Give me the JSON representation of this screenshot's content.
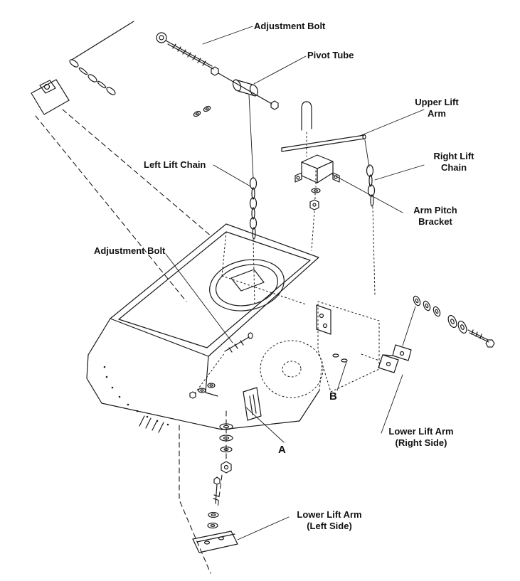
{
  "diagram": {
    "background_color": "#ffffff",
    "ink_color": "#1a1a1a",
    "labels": {
      "adjustment_bolt_top": "Adjustment Bolt",
      "pivot_tube": "Pivot Tube",
      "upper_lift_arm_line1": "Upper Lift",
      "upper_lift_arm_line2": "Arm",
      "left_lift_chain": "Left Lift Chain",
      "right_lift_chain_line1": "Right Lift",
      "right_lift_chain_line2": "Chain",
      "arm_pitch_bracket_line1": "Arm Pitch",
      "arm_pitch_bracket_line2": "Bracket",
      "adjustment_bolt_lower": "Adjustment Bolt",
      "marker_a": "A",
      "marker_b": "B",
      "lower_lift_arm_right_line1": "Lower Lift Arm",
      "lower_lift_arm_right_line2": "(Right Side)",
      "lower_lift_arm_left_line1": "Lower Lift Arm",
      "lower_lift_arm_left_line2": "(Left Side)"
    }
  }
}
